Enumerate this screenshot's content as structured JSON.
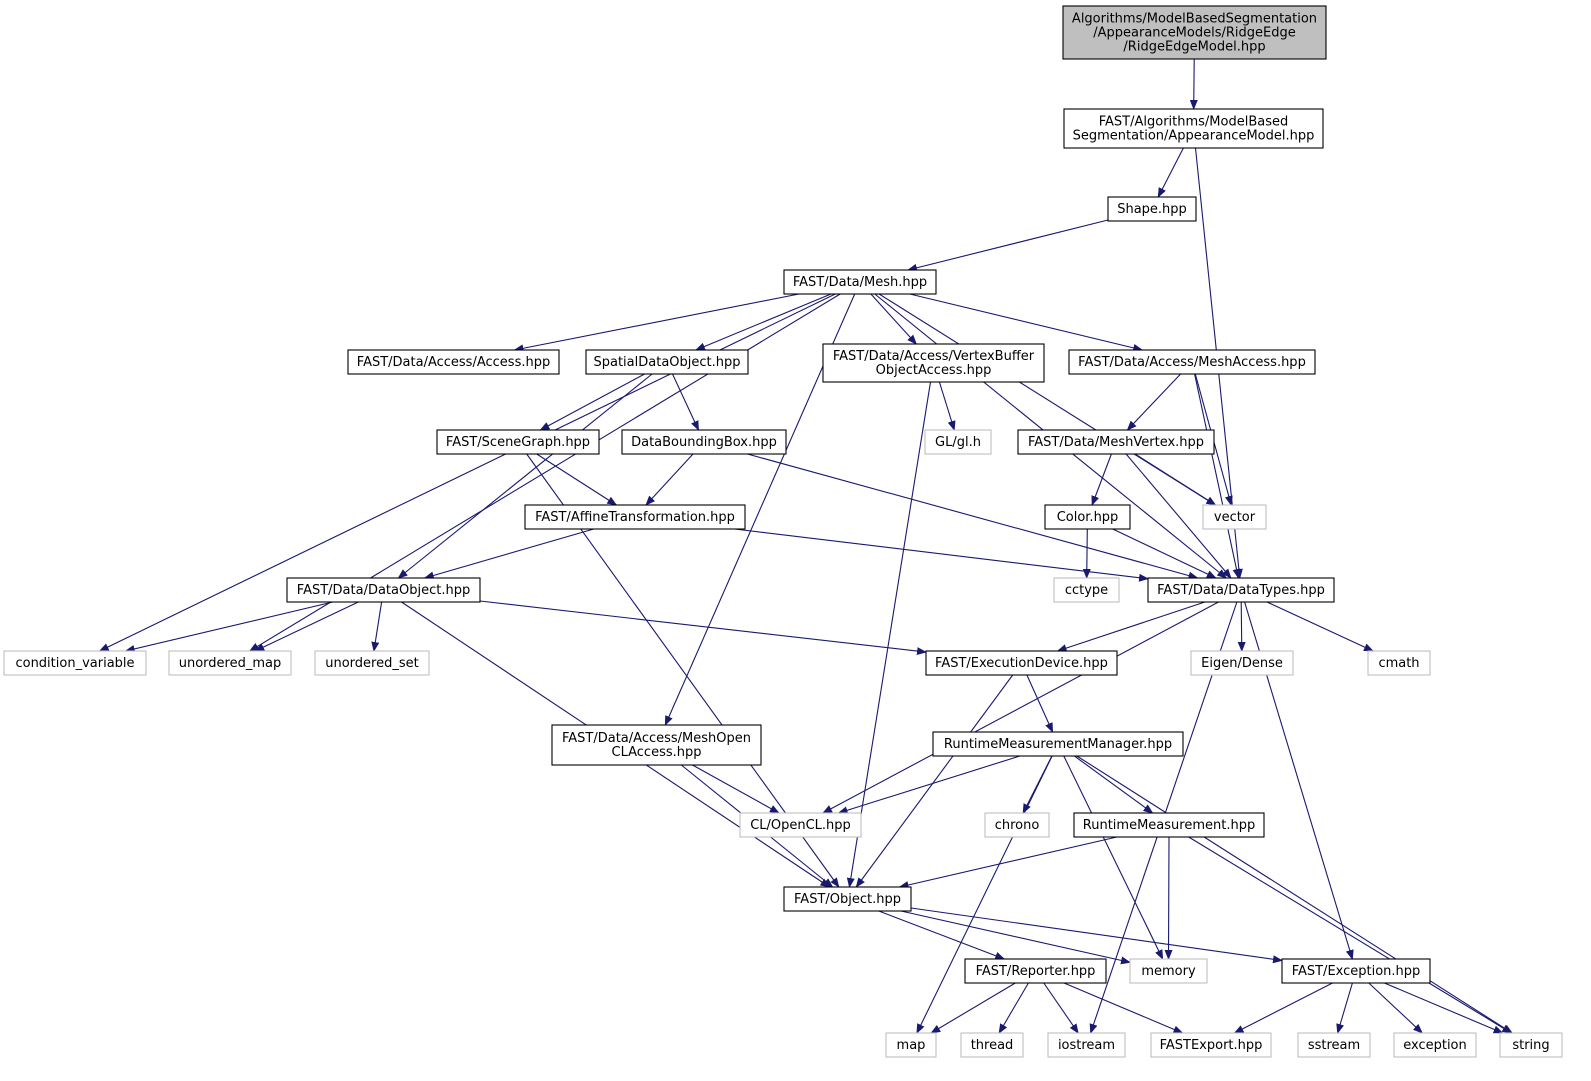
{
  "nodes": [
    {
      "id": "root",
      "kind": "root",
      "lines": [
        "Algorithms/ModelBasedSegmentation",
        "/AppearanceModels/RidgeEdge",
        "/RidgeEdgeModel.hpp"
      ]
    },
    {
      "id": "appearance",
      "kind": "int",
      "lines": [
        "FAST/Algorithms/ModelBased",
        "Segmentation/AppearanceModel.hpp"
      ]
    },
    {
      "id": "shape",
      "kind": "int",
      "lines": [
        "Shape.hpp"
      ]
    },
    {
      "id": "mesh",
      "kind": "int",
      "lines": [
        "FAST/Data/Mesh.hpp"
      ]
    },
    {
      "id": "access",
      "kind": "int",
      "lines": [
        "FAST/Data/Access/Access.hpp"
      ]
    },
    {
      "id": "spatial",
      "kind": "int",
      "lines": [
        "SpatialDataObject.hpp"
      ]
    },
    {
      "id": "vbo",
      "kind": "int",
      "lines": [
        "FAST/Data/Access/VertexBuffer",
        "ObjectAccess.hpp"
      ]
    },
    {
      "id": "meshaccess",
      "kind": "int",
      "lines": [
        "FAST/Data/Access/MeshAccess.hpp"
      ]
    },
    {
      "id": "scenegraph",
      "kind": "int",
      "lines": [
        "FAST/SceneGraph.hpp"
      ]
    },
    {
      "id": "bbox",
      "kind": "int",
      "lines": [
        "DataBoundingBox.hpp"
      ]
    },
    {
      "id": "glh",
      "kind": "ext",
      "lines": [
        "GL/gl.h"
      ]
    },
    {
      "id": "meshvertex",
      "kind": "int",
      "lines": [
        "FAST/Data/MeshVertex.hpp"
      ]
    },
    {
      "id": "affine",
      "kind": "int",
      "lines": [
        "FAST/AffineTransformation.hpp"
      ]
    },
    {
      "id": "color",
      "kind": "int",
      "lines": [
        "Color.hpp"
      ]
    },
    {
      "id": "vector",
      "kind": "ext",
      "lines": [
        "vector"
      ]
    },
    {
      "id": "dataobject",
      "kind": "int",
      "lines": [
        "FAST/Data/DataObject.hpp"
      ]
    },
    {
      "id": "cctype",
      "kind": "ext",
      "lines": [
        "cctype"
      ]
    },
    {
      "id": "datatypes",
      "kind": "int",
      "lines": [
        "FAST/Data/DataTypes.hpp"
      ]
    },
    {
      "id": "condvar",
      "kind": "ext",
      "lines": [
        "condition_variable"
      ]
    },
    {
      "id": "umap",
      "kind": "ext",
      "lines": [
        "unordered_map"
      ]
    },
    {
      "id": "uset",
      "kind": "ext",
      "lines": [
        "unordered_set"
      ]
    },
    {
      "id": "execdev",
      "kind": "int",
      "lines": [
        "FAST/ExecutionDevice.hpp"
      ]
    },
    {
      "id": "eigen",
      "kind": "ext",
      "lines": [
        "Eigen/Dense"
      ]
    },
    {
      "id": "cmath",
      "kind": "ext",
      "lines": [
        "cmath"
      ]
    },
    {
      "id": "meshocl",
      "kind": "int",
      "lines": [
        "FAST/Data/Access/MeshOpen",
        "CLAccess.hpp"
      ]
    },
    {
      "id": "rtmm",
      "kind": "int",
      "lines": [
        "RuntimeMeasurementManager.hpp"
      ]
    },
    {
      "id": "opencl",
      "kind": "ext",
      "lines": [
        "CL/OpenCL.hpp"
      ]
    },
    {
      "id": "chrono",
      "kind": "ext",
      "lines": [
        "chrono"
      ]
    },
    {
      "id": "rtm",
      "kind": "int",
      "lines": [
        "RuntimeMeasurement.hpp"
      ]
    },
    {
      "id": "object",
      "kind": "int",
      "lines": [
        "FAST/Object.hpp"
      ]
    },
    {
      "id": "reporter",
      "kind": "int",
      "lines": [
        "FAST/Reporter.hpp"
      ]
    },
    {
      "id": "memory",
      "kind": "ext",
      "lines": [
        "memory"
      ]
    },
    {
      "id": "exception_hpp",
      "kind": "int",
      "lines": [
        "FAST/Exception.hpp"
      ]
    },
    {
      "id": "map",
      "kind": "ext",
      "lines": [
        "map"
      ]
    },
    {
      "id": "thread",
      "kind": "ext",
      "lines": [
        "thread"
      ]
    },
    {
      "id": "iostream",
      "kind": "ext",
      "lines": [
        "iostream"
      ]
    },
    {
      "id": "fastexport",
      "kind": "ext",
      "lines": [
        "FASTExport.hpp"
      ]
    },
    {
      "id": "sstream",
      "kind": "ext",
      "lines": [
        "sstream"
      ]
    },
    {
      "id": "exception",
      "kind": "ext",
      "lines": [
        "exception"
      ]
    },
    {
      "id": "string",
      "kind": "ext",
      "lines": [
        "string"
      ]
    }
  ],
  "edges": [
    [
      "root",
      "appearance"
    ],
    [
      "appearance",
      "shape"
    ],
    [
      "appearance",
      "datatypes"
    ],
    [
      "shape",
      "mesh"
    ],
    [
      "mesh",
      "condvar"
    ],
    [
      "mesh",
      "umap"
    ],
    [
      "mesh",
      "access"
    ],
    [
      "mesh",
      "spatial"
    ],
    [
      "mesh",
      "meshocl"
    ],
    [
      "mesh",
      "vbo"
    ],
    [
      "mesh",
      "meshaccess"
    ],
    [
      "mesh",
      "vector"
    ],
    [
      "mesh",
      "datatypes"
    ],
    [
      "spatial",
      "dataobject"
    ],
    [
      "spatial",
      "scenegraph"
    ],
    [
      "spatial",
      "bbox"
    ],
    [
      "vbo",
      "glh"
    ],
    [
      "vbo",
      "object"
    ],
    [
      "meshaccess",
      "meshvertex"
    ],
    [
      "meshaccess",
      "vector"
    ],
    [
      "meshaccess",
      "datatypes"
    ],
    [
      "scenegraph",
      "affine"
    ],
    [
      "scenegraph",
      "object"
    ],
    [
      "bbox",
      "affine"
    ],
    [
      "bbox",
      "datatypes"
    ],
    [
      "meshvertex",
      "color"
    ],
    [
      "meshvertex",
      "vector"
    ],
    [
      "meshvertex",
      "datatypes"
    ],
    [
      "affine",
      "dataobject"
    ],
    [
      "affine",
      "datatypes"
    ],
    [
      "color",
      "cctype"
    ],
    [
      "color",
      "datatypes"
    ],
    [
      "dataobject",
      "condvar"
    ],
    [
      "dataobject",
      "umap"
    ],
    [
      "dataobject",
      "uset"
    ],
    [
      "dataobject",
      "execdev"
    ],
    [
      "dataobject",
      "object"
    ],
    [
      "datatypes",
      "execdev"
    ],
    [
      "datatypes",
      "eigen"
    ],
    [
      "datatypes",
      "cmath"
    ],
    [
      "datatypes",
      "opencl"
    ],
    [
      "datatypes",
      "iostream"
    ],
    [
      "datatypes",
      "exception_hpp"
    ],
    [
      "execdev",
      "rtmm"
    ],
    [
      "execdev",
      "object"
    ],
    [
      "meshocl",
      "opencl"
    ],
    [
      "meshocl",
      "object"
    ],
    [
      "rtmm",
      "opencl"
    ],
    [
      "rtmm",
      "chrono"
    ],
    [
      "rtmm",
      "rtm"
    ],
    [
      "rtmm",
      "map"
    ],
    [
      "rtmm",
      "memory"
    ],
    [
      "rtmm",
      "string"
    ],
    [
      "rtm",
      "object"
    ],
    [
      "rtm",
      "memory"
    ],
    [
      "rtm",
      "string"
    ],
    [
      "object",
      "reporter"
    ],
    [
      "object",
      "memory"
    ],
    [
      "object",
      "exception_hpp"
    ],
    [
      "reporter",
      "map"
    ],
    [
      "reporter",
      "thread"
    ],
    [
      "reporter",
      "iostream"
    ],
    [
      "reporter",
      "fastexport"
    ],
    [
      "exception_hpp",
      "fastexport"
    ],
    [
      "exception_hpp",
      "sstream"
    ],
    [
      "exception_hpp",
      "exception"
    ],
    [
      "exception_hpp",
      "string"
    ]
  ],
  "colors": {
    "edge": "#191970",
    "external_border": "#bfbfbf",
    "root_fill": "#bfbfbf"
  }
}
